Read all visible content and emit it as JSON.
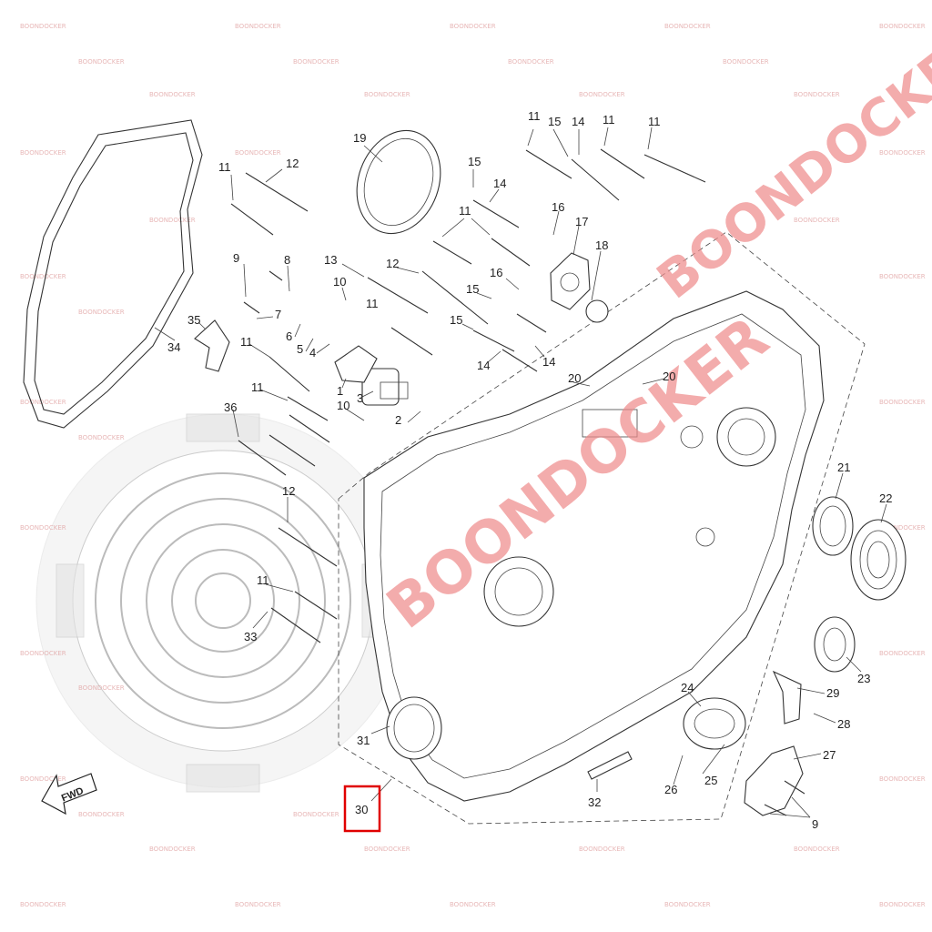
{
  "diagram": {
    "watermark_text": "BOONDOCKER",
    "fwd_label": "FWD",
    "highlighted_label": "30",
    "labels": [
      {
        "id": "p11a",
        "text": "11"
      },
      {
        "id": "p12a",
        "text": "12"
      },
      {
        "id": "p19",
        "text": "19"
      },
      {
        "id": "p15a",
        "text": "15"
      },
      {
        "id": "p14a",
        "text": "14"
      },
      {
        "id": "p11b",
        "text": "11"
      },
      {
        "id": "p15b",
        "text": "15"
      },
      {
        "id": "p14b",
        "text": "14"
      },
      {
        "id": "p11c",
        "text": "11"
      },
      {
        "id": "p11d",
        "text": "11"
      },
      {
        "id": "p16a",
        "text": "16"
      },
      {
        "id": "p17",
        "text": "17"
      },
      {
        "id": "p18",
        "text": "18"
      },
      {
        "id": "p11e",
        "text": "11"
      },
      {
        "id": "p13",
        "text": "13"
      },
      {
        "id": "p12b",
        "text": "12"
      },
      {
        "id": "p9a",
        "text": "9"
      },
      {
        "id": "p8",
        "text": "8"
      },
      {
        "id": "p10a",
        "text": "10"
      },
      {
        "id": "p11f",
        "text": "11"
      },
      {
        "id": "p16b",
        "text": "16"
      },
      {
        "id": "p15c",
        "text": "15"
      },
      {
        "id": "p35",
        "text": "35"
      },
      {
        "id": "p7",
        "text": "7"
      },
      {
        "id": "p6",
        "text": "6"
      },
      {
        "id": "p5",
        "text": "5"
      },
      {
        "id": "p4",
        "text": "4"
      },
      {
        "id": "p34",
        "text": "34"
      },
      {
        "id": "p11g",
        "text": "11"
      },
      {
        "id": "p15d",
        "text": "15"
      },
      {
        "id": "p14c",
        "text": "14"
      },
      {
        "id": "p14d",
        "text": "14"
      },
      {
        "id": "p3",
        "text": "3"
      },
      {
        "id": "p1",
        "text": "1"
      },
      {
        "id": "p20a",
        "text": "20"
      },
      {
        "id": "p20b",
        "text": "20"
      },
      {
        "id": "p11h",
        "text": "11"
      },
      {
        "id": "p10b",
        "text": "10"
      },
      {
        "id": "p2",
        "text": "2"
      },
      {
        "id": "p36",
        "text": "36"
      },
      {
        "id": "p21",
        "text": "21"
      },
      {
        "id": "p22",
        "text": "22"
      },
      {
        "id": "p12c",
        "text": "12"
      },
      {
        "id": "p11i",
        "text": "11"
      },
      {
        "id": "p33",
        "text": "33"
      },
      {
        "id": "p23",
        "text": "23"
      },
      {
        "id": "p24",
        "text": "24"
      },
      {
        "id": "p29",
        "text": "29"
      },
      {
        "id": "p28",
        "text": "28"
      },
      {
        "id": "p31",
        "text": "31"
      },
      {
        "id": "p27",
        "text": "27"
      },
      {
        "id": "p25",
        "text": "25"
      },
      {
        "id": "p26",
        "text": "26"
      },
      {
        "id": "p32",
        "text": "32"
      },
      {
        "id": "p9b",
        "text": "9"
      },
      {
        "id": "p30",
        "text": "30"
      }
    ]
  }
}
